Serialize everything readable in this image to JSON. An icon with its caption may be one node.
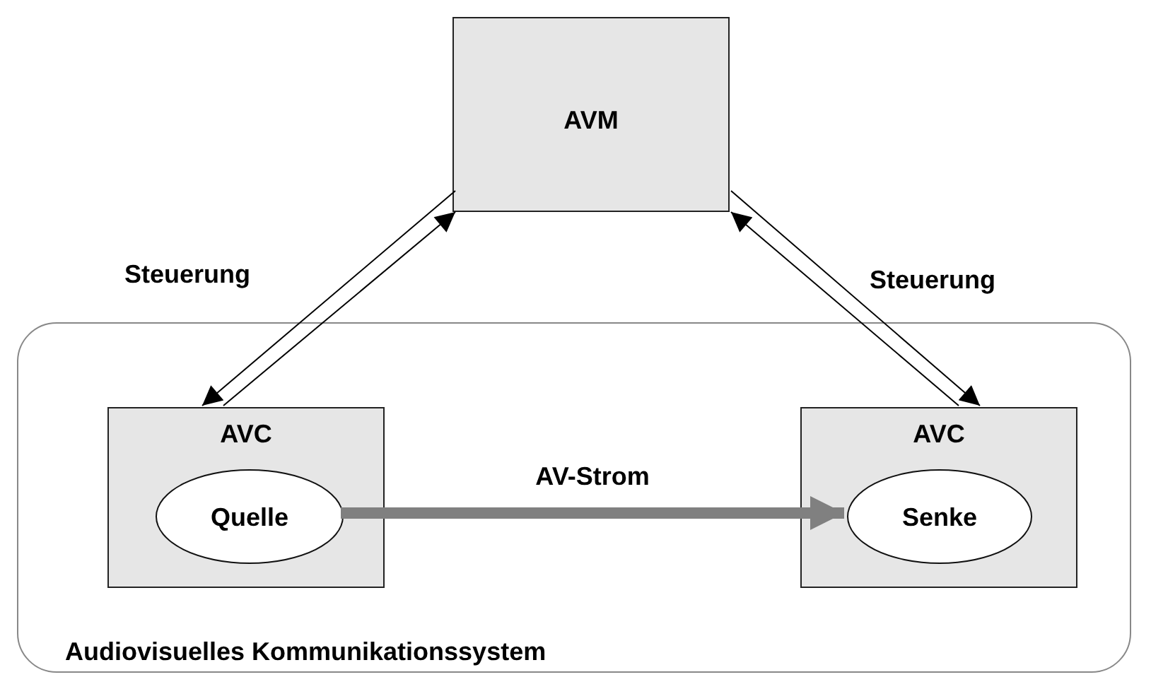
{
  "diagram": {
    "nodes": [
      {
        "text": [
          "Audiovisuelles Kommunikationssystem"
        ]
      },
      {
        "text": [
          "AVM"
        ]
      },
      {
        "text": [
          "AVC"
        ],
        "in": 0
      },
      {
        "text": [
          "Quelle"
        ],
        "in": 2
      },
      {
        "text": [
          "AVC"
        ],
        "in": 0
      },
      {
        "text": [
          "Senke"
        ],
        "in": 4
      }
    ],
    "edges": [
      {
        "from": 1,
        "to": 2,
        "arrow": "to"
      },
      {
        "from": 2,
        "to": 1,
        "arrow": "to"
      },
      {
        "from": 1,
        "to": 4,
        "arrow": "to"
      },
      {
        "from": 4,
        "to": 1,
        "arrow": "to"
      },
      {
        "from": 3,
        "to": 5,
        "arrow": "to",
        "label": "AV-Strom",
        "style": "thick",
        "color": "#808080"
      }
    ],
    "labels": [
      "Steuerung",
      "Steuerung"
    ]
  }
}
